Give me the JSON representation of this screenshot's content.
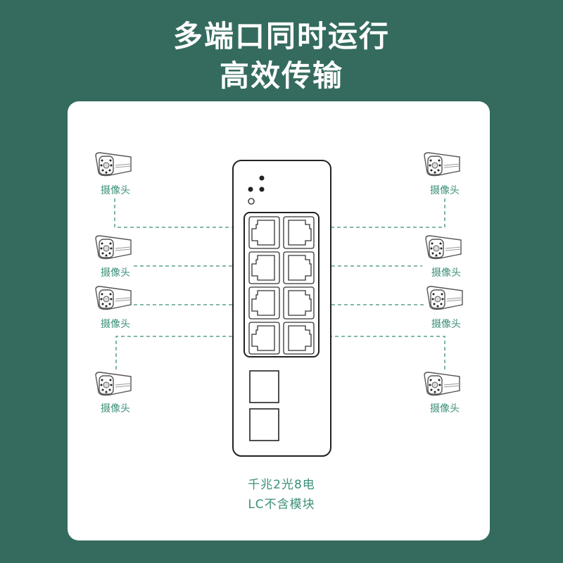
{
  "headline": {
    "line1": "多端口同时运行",
    "line2": "高效传输"
  },
  "camera_label": "摄像头",
  "cameras": [
    {
      "label": "摄像头"
    },
    {
      "label": "摄像头"
    },
    {
      "label": "摄像头"
    },
    {
      "label": "摄像头"
    },
    {
      "label": "摄像头"
    },
    {
      "label": "摄像头"
    },
    {
      "label": "摄像头"
    },
    {
      "label": "摄像头"
    }
  ],
  "caption": {
    "line1": "千兆2光8电",
    "line2": "LC不含模块"
  },
  "colors": {
    "background": "#346b5e",
    "accent": "#3a8f78",
    "card": "#ffffff"
  }
}
